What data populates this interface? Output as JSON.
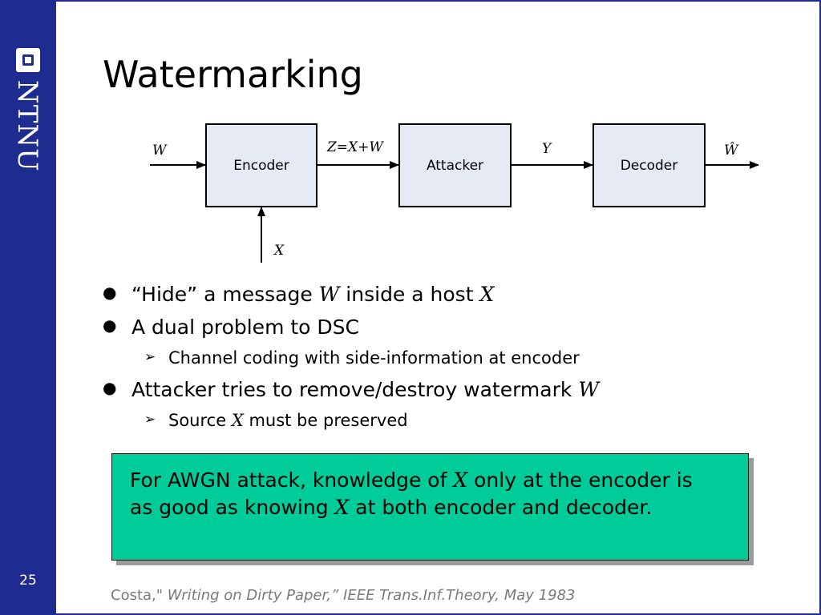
{
  "sidebar": {
    "logo_text": "NTNU",
    "page_number": "25"
  },
  "slide": {
    "title": "Watermarking"
  },
  "diagram": {
    "blocks": [
      "Encoder",
      "Attacker",
      "Decoder"
    ],
    "labels": {
      "input": "W",
      "encoder_out": "Z=X+W",
      "attacker_out": "Y",
      "output": "Ŵ",
      "side_info": "X"
    }
  },
  "bullets": [
    {
      "prefix": "“Hide” a message ",
      "var1": "W",
      "middle": " inside a host ",
      "var2": "X"
    },
    {
      "text": "A dual problem to DSC"
    },
    {
      "text": "Channel coding with side-information at encoder"
    },
    {
      "prefix": "Attacker tries to remove/destroy watermark ",
      "var": "W"
    },
    {
      "prefix": "Source ",
      "var": "X",
      "suffix": " must be preserved"
    }
  ],
  "note": {
    "part1": "For AWGN attack, knowledge of ",
    "var1": "X",
    "part2": " only at the encoder is as good as knowing ",
    "var2": "X",
    "part3": " at both encoder and decoder.",
    "bg_color": "#00cc99"
  },
  "citation": {
    "prefix": "Costa,\" ",
    "italic": "Writing on Dirty Paper,” IEEE Trans.Inf.Theory, May 1983"
  },
  "colors": {
    "sidebar": "#1f2c8f",
    "block_fill": "#e6eaf5"
  }
}
